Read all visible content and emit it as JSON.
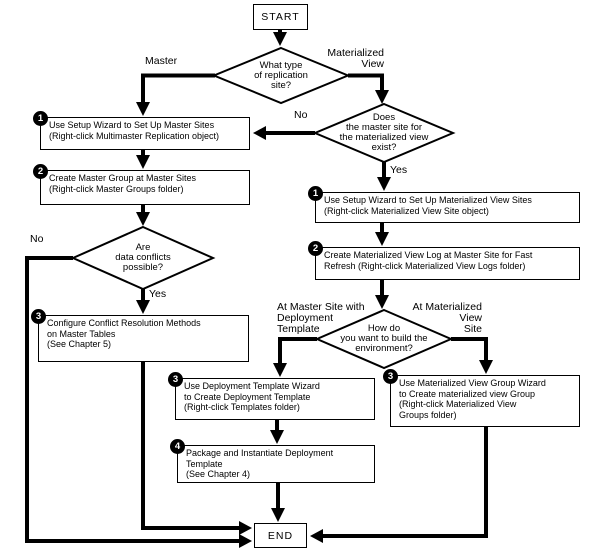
{
  "nodes": {
    "start": {
      "label": "START"
    },
    "end": {
      "label": "END"
    },
    "d_site_type": {
      "lines": [
        "What type",
        "of replication",
        "site?"
      ]
    },
    "d_master_exists": {
      "lines": [
        "Does",
        "the master site for",
        "the materialized view",
        "exist?"
      ]
    },
    "d_conflicts": {
      "lines": [
        "Are",
        "data conflicts",
        "possible?"
      ]
    },
    "d_build_env": {
      "lines": [
        "How do",
        "you want to build the",
        "environment?"
      ]
    },
    "box1_left": {
      "badge": "1",
      "lines": [
        "Use Setup Wizard to Set Up Master Sites",
        "(Right-click Multimaster Replication object)"
      ]
    },
    "box2_left": {
      "badge": "2",
      "lines": [
        "Create Master Group at Master Sites",
        "(Right-click Master Groups folder)"
      ]
    },
    "box3_left": {
      "badge": "3",
      "lines": [
        "Configure Conflict Resolution Methods",
        "on Master Tables",
        "(See Chapter 5)"
      ]
    },
    "box1_right": {
      "badge": "1",
      "lines": [
        "Use Setup Wizard to Set Up Materialized View Sites",
        "(Right-click Materialized View Site object)"
      ]
    },
    "box2_right": {
      "badge": "2",
      "lines": [
        "Create Materialized View Log at Master Site for Fast",
        "Refresh (Right-click Materialized View Logs folder)"
      ]
    },
    "box3_mid": {
      "badge": "3",
      "lines": [
        "Use Deployment Template Wizard",
        "to Create Deployment Template",
        "(Right-click Templates folder)"
      ]
    },
    "box4_mid": {
      "badge": "4",
      "lines": [
        "Package and Instantiate Deployment",
        "Template",
        "(See Chapter 4)"
      ]
    },
    "box3_right": {
      "badge": "3",
      "lines": [
        "Use Materialized View Group Wizard",
        "to Create materialized view Group",
        "(Right-click Materialized View",
        "Groups folder)"
      ]
    }
  },
  "edge_labels": {
    "master": "Master",
    "materialized_view": {
      "lines": [
        "Materialized",
        "View"
      ]
    },
    "no_master_exists": "No",
    "yes_master_exists": "Yes",
    "no_conflicts": "No",
    "yes_conflicts": "Yes",
    "at_master_site": {
      "lines": [
        "At Master Site with",
        "Deployment",
        "Template"
      ]
    },
    "at_mv_site": {
      "lines": [
        "At Materialized",
        "View",
        "Site"
      ]
    }
  },
  "colors": {
    "line": "#000000",
    "background": "#ffffff",
    "badge_bg": "#000000",
    "badge_fg": "#ffffff"
  }
}
